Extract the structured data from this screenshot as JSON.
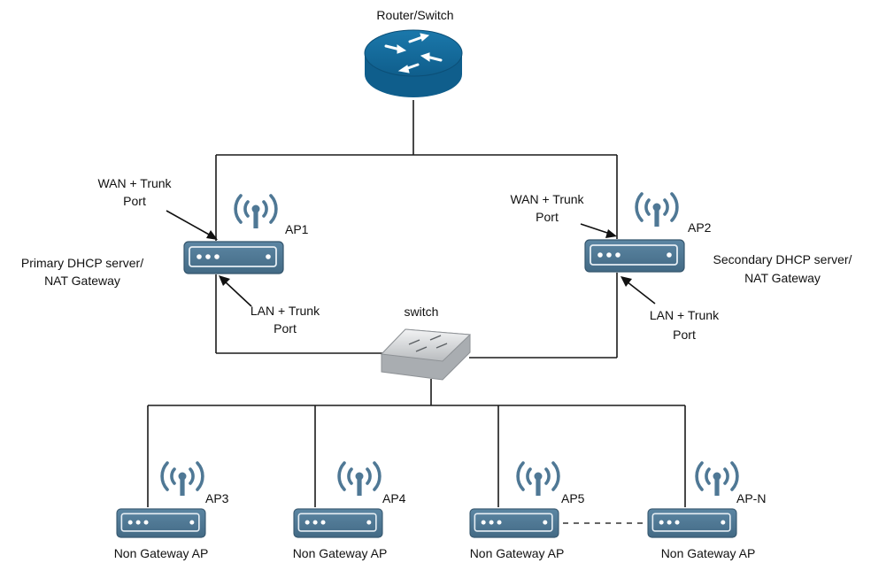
{
  "colors": {
    "device_blue": "#4f7895",
    "device_dark": "#35566d",
    "router_blue": "#0f5e8c",
    "switch_gray": "#d8dadc"
  },
  "icons": {
    "router": "router-icon",
    "switch": "switch-icon",
    "access_point": "wireless-access-point-icon",
    "arrow": "arrow-pointer-icon"
  },
  "router": {
    "label": "Router/Switch"
  },
  "switch": {
    "label": "switch"
  },
  "ap1": {
    "name": "AP1",
    "wan_port": [
      "WAN + Trunk",
      "Port"
    ],
    "lan_port": [
      "LAN + Trunk",
      "Port"
    ],
    "role": [
      "Primary DHCP server/",
      "NAT Gateway"
    ]
  },
  "ap2": {
    "name": "AP2",
    "wan_port": [
      "WAN + Trunk",
      "Port"
    ],
    "lan_port": [
      "LAN + Trunk",
      "Port"
    ],
    "role": [
      "Secondary DHCP server/",
      "NAT Gateway"
    ]
  },
  "bottom_aps": [
    {
      "name": "AP3",
      "role": "Non Gateway AP"
    },
    {
      "name": "AP4",
      "role": "Non Gateway AP"
    },
    {
      "name": "AP5",
      "role": "Non Gateway AP"
    },
    {
      "name": "AP-N",
      "role": "Non Gateway AP"
    }
  ]
}
